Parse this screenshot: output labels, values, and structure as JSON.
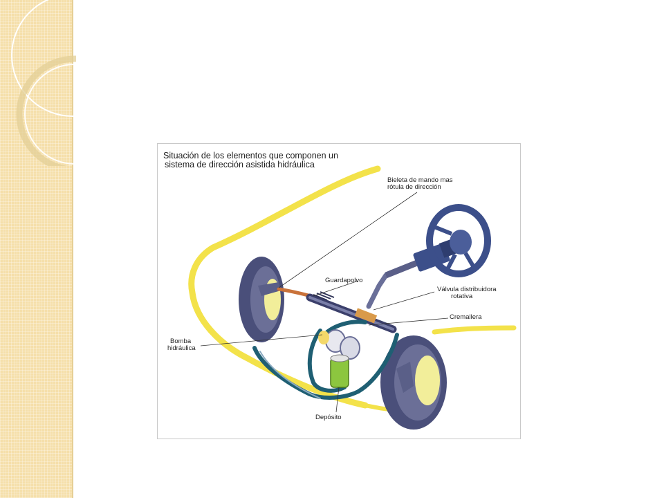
{
  "slide": {
    "background": "#ffffff",
    "side_panel_color": "#f5dfaa"
  },
  "diagram": {
    "title_line1": "Situación de los elementos que componen un",
    "title_line2": "sistema de dirección asistida hidráulica",
    "labels": {
      "bieleta_line1": "Bieleta de mando mas",
      "bieleta_line2": "rótula de dirección",
      "guardapolvo": "Guardapolvo",
      "valvula_line1": "Válvula distribuidora",
      "valvula_line2": "rotativa",
      "cremallera": "Cremallera",
      "bomba_line1": "Bomba",
      "bomba_line2": "hidráulica",
      "deposito": "Depósito"
    },
    "colors": {
      "body_outline": "#f3e24a",
      "tire": "#4a4f7a",
      "rim": "#f2ee9a",
      "hose": "#1f5f73",
      "steering_wheel": "#3c4f8a",
      "copper": "#c9723a",
      "reservoir": "#8cc63f"
    }
  }
}
